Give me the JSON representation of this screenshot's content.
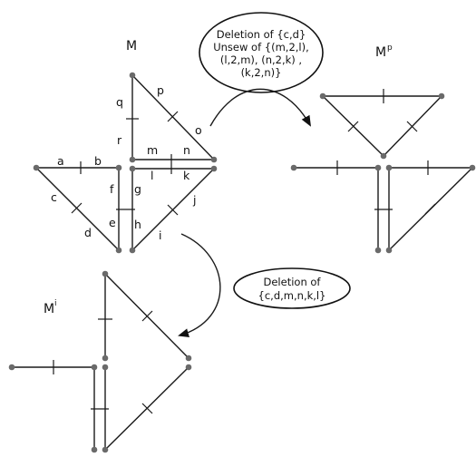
{
  "graph_M": {
    "title": "M",
    "edge_labels": [
      "a",
      "b",
      "c",
      "d",
      "e",
      "f",
      "g",
      "h",
      "i",
      "j",
      "k",
      "l",
      "m",
      "n",
      "o",
      "p",
      "q",
      "r"
    ]
  },
  "graph_Mp": {
    "title": "M",
    "sup": "p"
  },
  "graph_Mi": {
    "title": "M",
    "sup": "i"
  },
  "note_p": {
    "lines": [
      "Deletion of {c,d}",
      "Unsew of {(m,2,l),",
      "(l,2,m), (n,2,k) ,",
      "(k,2,n)}"
    ]
  },
  "note_i": {
    "lines": [
      "Deletion of",
      "{c,d,m,n,k,l}"
    ]
  }
}
